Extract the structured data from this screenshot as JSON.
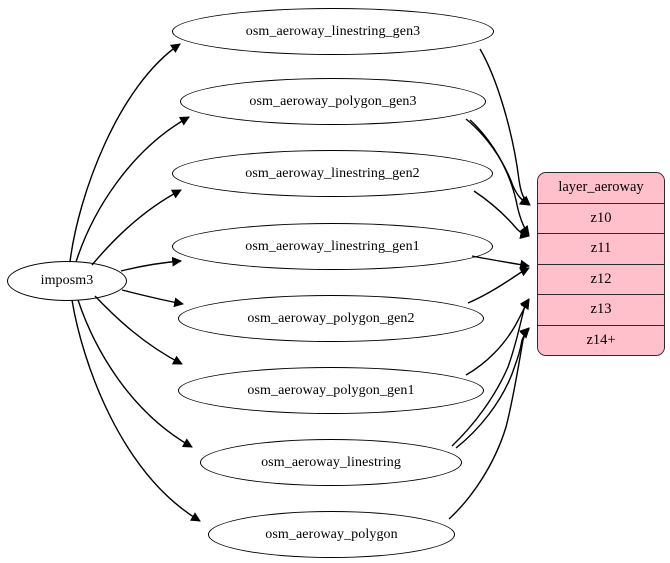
{
  "diagram": {
    "type": "directed-graph",
    "title": "imposm3 aeroway layer dependency graph",
    "background_color": "#ffffff",
    "source_node": {
      "id": "imposm3",
      "label": "imposm3",
      "shape": "ellipse",
      "fill": "none",
      "stroke": "#000000"
    },
    "table_nodes": [
      {
        "id": "osm_aeroway_linestring_gen3",
        "label": "osm_aeroway_linestring_gen3",
        "shape": "ellipse"
      },
      {
        "id": "osm_aeroway_polygon_gen3",
        "label": "osm_aeroway_polygon_gen3",
        "shape": "ellipse"
      },
      {
        "id": "osm_aeroway_linestring_gen2",
        "label": "osm_aeroway_linestring_gen2",
        "shape": "ellipse"
      },
      {
        "id": "osm_aeroway_linestring_gen1",
        "label": "osm_aeroway_linestring_gen1",
        "shape": "ellipse"
      },
      {
        "id": "osm_aeroway_polygon_gen2",
        "label": "osm_aeroway_polygon_gen2",
        "shape": "ellipse"
      },
      {
        "id": "osm_aeroway_polygon_gen1",
        "label": "osm_aeroway_polygon_gen1",
        "shape": "ellipse"
      },
      {
        "id": "osm_aeroway_linestring",
        "label": "osm_aeroway_linestring",
        "shape": "ellipse"
      },
      {
        "id": "osm_aeroway_polygon",
        "label": "osm_aeroway_polygon",
        "shape": "ellipse"
      }
    ],
    "layer_node": {
      "id": "layer_aeroway",
      "shape": "record",
      "fill_color": "#ffc0cb",
      "border_color": "#2b2b2b",
      "header": "layer_aeroway",
      "rows": [
        "z10",
        "z11",
        "z12",
        "z13",
        "z14+"
      ]
    },
    "edges": [
      {
        "from": "imposm3",
        "to": "osm_aeroway_linestring_gen3"
      },
      {
        "from": "imposm3",
        "to": "osm_aeroway_polygon_gen3"
      },
      {
        "from": "imposm3",
        "to": "osm_aeroway_linestring_gen2"
      },
      {
        "from": "imposm3",
        "to": "osm_aeroway_linestring_gen1"
      },
      {
        "from": "imposm3",
        "to": "osm_aeroway_polygon_gen2"
      },
      {
        "from": "imposm3",
        "to": "osm_aeroway_polygon_gen1"
      },
      {
        "from": "imposm3",
        "to": "osm_aeroway_linestring"
      },
      {
        "from": "imposm3",
        "to": "osm_aeroway_polygon"
      },
      {
        "from": "osm_aeroway_linestring_gen3",
        "to": "layer_aeroway:z10"
      },
      {
        "from": "osm_aeroway_polygon_gen3",
        "to": "layer_aeroway:z10"
      },
      {
        "from": "osm_aeroway_polygon_gen3",
        "to": "layer_aeroway:z11"
      },
      {
        "from": "osm_aeroway_linestring_gen2",
        "to": "layer_aeroway:z11"
      },
      {
        "from": "osm_aeroway_linestring_gen1",
        "to": "layer_aeroway:z12"
      },
      {
        "from": "osm_aeroway_polygon_gen2",
        "to": "layer_aeroway:z12"
      },
      {
        "from": "osm_aeroway_polygon_gen1",
        "to": "layer_aeroway:z13"
      },
      {
        "from": "osm_aeroway_linestring",
        "to": "layer_aeroway:z13"
      },
      {
        "from": "osm_aeroway_linestring",
        "to": "layer_aeroway:z14+"
      },
      {
        "from": "osm_aeroway_polygon",
        "to": "layer_aeroway:z14+"
      }
    ]
  }
}
